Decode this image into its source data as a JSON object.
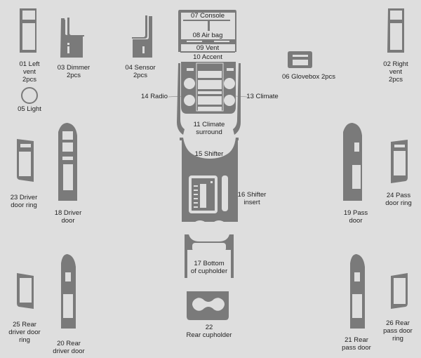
{
  "colors": {
    "background": "#dedede",
    "part_fill": "#7a7a7a",
    "part_inner": "#dedede",
    "text": "#222222"
  },
  "parts": [
    {
      "id": "01",
      "label": "01 Left\nvent\n2pcs"
    },
    {
      "id": "02",
      "label": "02 Right\nvent\n2pcs"
    },
    {
      "id": "03",
      "label": "03 Dimmer\n2pcs"
    },
    {
      "id": "04",
      "label": "04 Sensor\n2pcs"
    },
    {
      "id": "05",
      "label": "05 Light"
    },
    {
      "id": "06",
      "label": "06 Glovebox 2pcs"
    },
    {
      "id": "07",
      "label": "07 Console"
    },
    {
      "id": "08",
      "label": "08 Air bag"
    },
    {
      "id": "09",
      "label": "09 Vent"
    },
    {
      "id": "10",
      "label": "10 Accent"
    },
    {
      "id": "11",
      "label": "11 Climate\nsurround"
    },
    {
      "id": "13",
      "label": "13 Climate"
    },
    {
      "id": "14",
      "label": "14 Radio"
    },
    {
      "id": "15",
      "label": "15 Shifter"
    },
    {
      "id": "16",
      "label": "16 Shifter\ninsert"
    },
    {
      "id": "17",
      "label": "17 Bottom\nof cupholder"
    },
    {
      "id": "18",
      "label": "18 Driver\ndoor"
    },
    {
      "id": "19",
      "label": "19 Pass\ndoor"
    },
    {
      "id": "20",
      "label": "20 Rear\ndriver door"
    },
    {
      "id": "21",
      "label": "21 Rear\npass door"
    },
    {
      "id": "22",
      "label": "22\nRear cupholder"
    },
    {
      "id": "23",
      "label": "23 Driver\ndoor ring"
    },
    {
      "id": "24",
      "label": "24 Pass\ndoor ring"
    },
    {
      "id": "25",
      "label": "25 Rear\ndriver door\nring"
    },
    {
      "id": "26",
      "label": "26 Rear\npass door\nring"
    }
  ]
}
